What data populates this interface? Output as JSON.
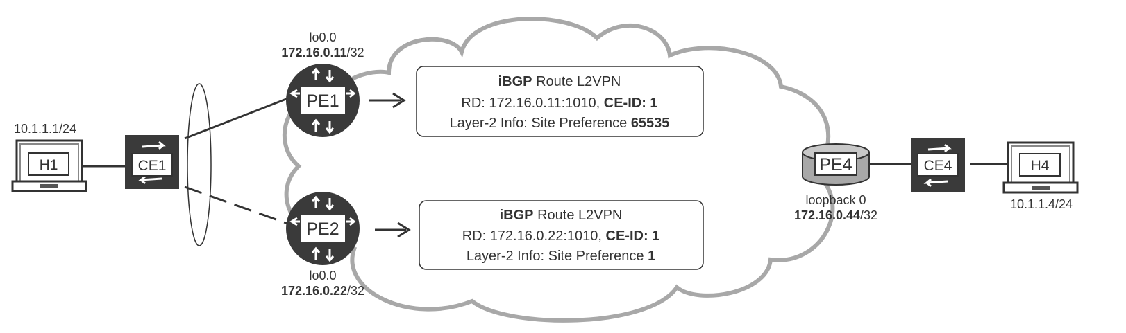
{
  "hosts": {
    "h1": {
      "label": "H1",
      "ip": "10.1.1.1/24"
    },
    "h4": {
      "label": "H4",
      "ip": "10.1.1.4/24"
    }
  },
  "ce": {
    "ce1": {
      "label": "CE1"
    },
    "ce4": {
      "label": "CE4"
    }
  },
  "pe": {
    "pe1": {
      "label": "PE1",
      "iface": "lo0.0",
      "addr_bold": "172.16.0.11",
      "addr_suffix": "/32"
    },
    "pe2": {
      "label": "PE2",
      "iface": "lo0.0",
      "addr_bold": "172.16.0.22",
      "addr_suffix": "/32"
    },
    "pe4": {
      "label": "PE4",
      "iface": "loopback 0",
      "addr_bold": "172.16.0.44",
      "addr_suffix": "/32"
    }
  },
  "routes": {
    "pe1": {
      "line1_bold": "iBGP",
      "line1_rest": " Route L2VPN",
      "line2_pre": "RD: 172.16.0.11:1010, ",
      "line2_bold": "CE-ID: 1",
      "line3_pre": "Layer-2 Info: Site Preference ",
      "line3_bold": "65535"
    },
    "pe2": {
      "line1_bold": "iBGP",
      "line1_rest": " Route L2VPN",
      "line2_pre": "RD: 172.16.0.22:1010, ",
      "line2_bold": "CE-ID: 1",
      "line3_pre": "Layer-2 Info: Site Preference ",
      "line3_bold": "1"
    }
  },
  "colors": {
    "cloud": "#a8a8a8",
    "router": "#3a3a3a",
    "link": "#333333",
    "text": "#333333"
  }
}
